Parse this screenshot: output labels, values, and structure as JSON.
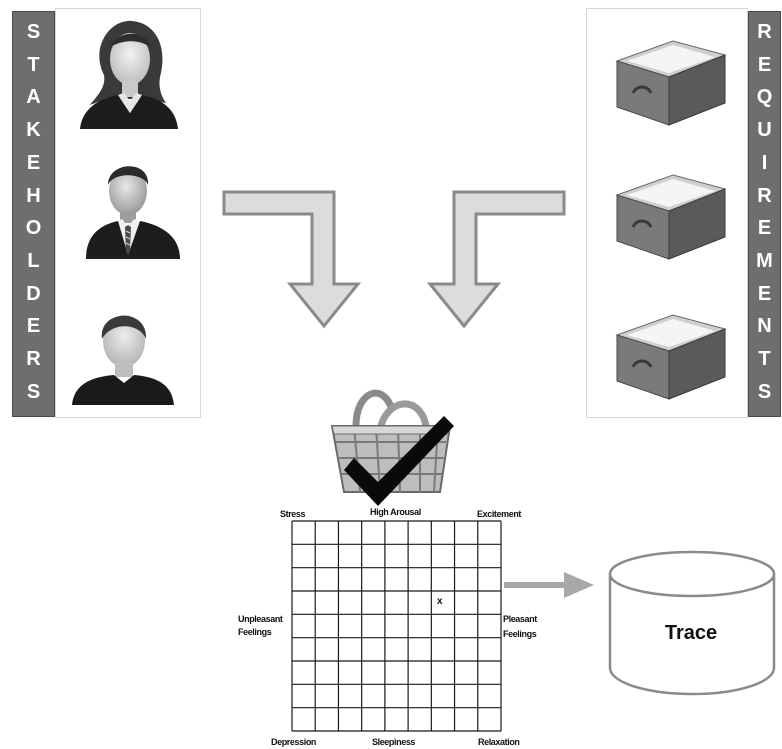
{
  "left_bar": {
    "letters": [
      "S",
      "T",
      "A",
      "K",
      "E",
      "H",
      "O",
      "L",
      "D",
      "E",
      "R",
      "S"
    ]
  },
  "right_bar": {
    "letters": [
      "R",
      "E",
      "Q",
      "U",
      "I",
      "R",
      "E",
      "M",
      "E",
      "N",
      "T",
      "S"
    ]
  },
  "stakeholders": [
    "woman-avatar-icon",
    "businessman-avatar-icon",
    "man-avatar-icon"
  ],
  "requirements": [
    "document-tray-icon",
    "document-tray-icon",
    "document-tray-icon"
  ],
  "grid": {
    "labels": {
      "top_left": "Stress",
      "top_center": "High Arousal",
      "top_right": "Excitement",
      "mid_left_1": "Unpleasant",
      "mid_left_2": "Feelings",
      "mid_right_1": "Pleasant",
      "mid_right_2": "Feelings",
      "bottom_left": "Depression",
      "bottom_center": "Sleepiness",
      "bottom_right": "Relaxation"
    },
    "marker": "x",
    "rows": 9,
    "cols": 9
  },
  "database": {
    "label": "Trace"
  },
  "colors": {
    "bar": "#6e6e6e",
    "arrow_fill": "#dcdcdc",
    "arrow_stroke": "#8a8a8a"
  }
}
